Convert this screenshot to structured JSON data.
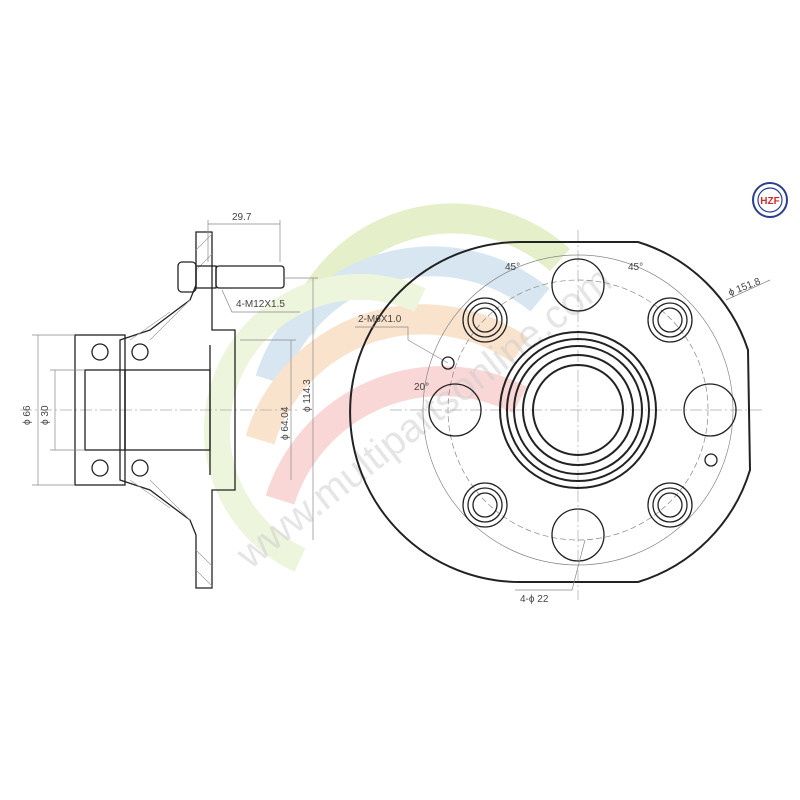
{
  "logo": {
    "text": "HZF",
    "color": "#d42a2a",
    "ring_color": "#2a3f8f"
  },
  "watermark": {
    "text": "www.multipartsonline.com"
  },
  "side_view": {
    "dim_stud_length": "29.7",
    "stud_thread": "4-M12X1.5",
    "dia_outer": "ϕ 66",
    "dia_inner": "ϕ 30",
    "dia_pilot": "ϕ 64.04",
    "dia_pcd": "ϕ 114.3"
  },
  "front_view": {
    "screw_thread": "2-M6X1.0",
    "angle_screw": "20°",
    "angle_left": "45°",
    "angle_right": "45°",
    "dia_flange": "ϕ 151.8",
    "holes": "4-ϕ 22"
  }
}
